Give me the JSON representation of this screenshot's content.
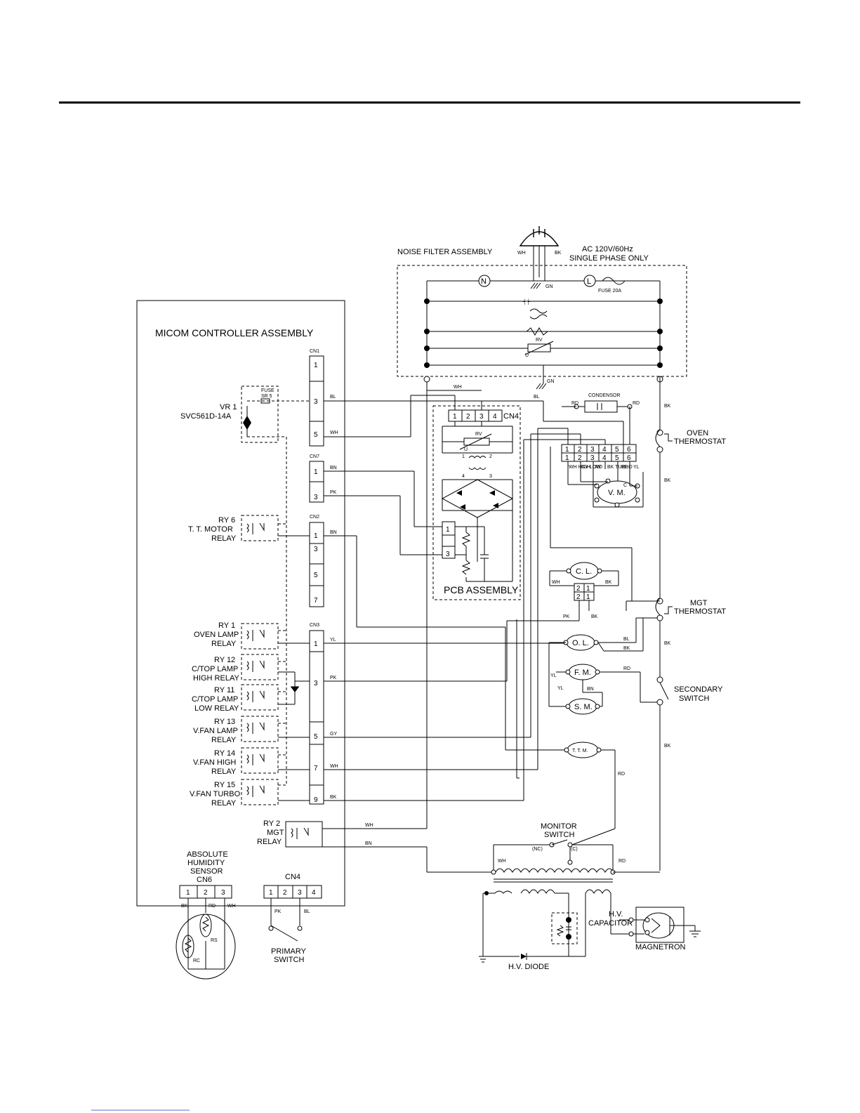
{
  "noise_filter": {
    "title": "NOISE FILTER ASSEMBLY",
    "plug_left": "WH",
    "plug_right": "BK",
    "supply_line1": "AC 120V/60Hz",
    "supply_line2": "SINGLE PHASE ONLY",
    "neutral": "N",
    "line": "L",
    "ground_top": "GN",
    "fuse": "FUSE 20A",
    "rv": "RV",
    "u": "U",
    "ground_bottom": "GN"
  },
  "micom": {
    "title": "MICOM CONTROLLER ASSEMBLY",
    "cn1": {
      "name": "CN1",
      "pins": [
        "1",
        "3",
        "5"
      ]
    },
    "cn7": {
      "name": "CN7",
      "pins": [
        "1",
        "3"
      ]
    },
    "cn2": {
      "name": "CN2",
      "pins": [
        "1",
        "3",
        "5",
        "7"
      ]
    },
    "cn3": {
      "name": "CN3",
      "pins": [
        "1",
        "3",
        "5",
        "7",
        "9"
      ]
    },
    "vr1_line1": "VR 1",
    "vr1_line2": "SVC561D-14A",
    "fuse_line1": "FUSE",
    "fuse_line2": "SR 5",
    "relays": [
      {
        "line1": "RY 6",
        "line2": "T. T. MOTOR",
        "line3": "RELAY"
      },
      {
        "line1": "RY 1",
        "line2": "OVEN LAMP",
        "line3": "RELAY"
      },
      {
        "line1": "RY 12",
        "line2": "C/TOP LAMP",
        "line3": "HIGH RELAY"
      },
      {
        "line1": "RY 11",
        "line2": "C/TOP LAMP",
        "line3": "LOW RELAY"
      },
      {
        "line1": "RY 13",
        "line2": "V.FAN LAMP",
        "line3": "RELAY"
      },
      {
        "line1": "RY 14",
        "line2": "V.FAN HIGH",
        "line3": "RELAY"
      },
      {
        "line1": "RY 15",
        "line2": "V.FAN TURBO",
        "line3": "RELAY"
      }
    ],
    "ry2_line1": "RY 2",
    "ry2_line2": "MGT",
    "ry2_line3": "RELAY",
    "sensor_line1": "ABSOLUTE",
    "sensor_line2": "HUMIDITY",
    "sensor_line3": "SENSOR",
    "sensor_cn": "CN6",
    "cn6_pins": [
      "1",
      "2",
      "3"
    ],
    "cn4_name": "CN4",
    "cn4_pins": [
      "1",
      "2",
      "3",
      "4"
    ],
    "rc": "RC",
    "rs": "RS",
    "primary_line1": "PRIMARY",
    "primary_line2": "SWITCH"
  },
  "pcb": {
    "title": "PCB ASSEMBLY",
    "cn4": "CN4",
    "pins": [
      "1",
      "2",
      "3",
      "4"
    ],
    "rv": "RV",
    "u": "U",
    "coil_pins": [
      "1",
      "2",
      "4",
      "3"
    ],
    "bottom_pins": [
      "1",
      "3"
    ]
  },
  "vm_connector": {
    "top": [
      "1",
      "2",
      "3",
      "4",
      "5",
      "6"
    ],
    "bottom": [
      "1",
      "2",
      "3",
      "4",
      "5",
      "6"
    ],
    "labels": [
      "WH HIGH",
      "GY LOW",
      "RD",
      "BK TURBO",
      "BL",
      "YL"
    ]
  },
  "components": {
    "condensor": "CONDENSOR",
    "vm": "V. M.",
    "vm_c": "C",
    "cl": "C. L.",
    "cl_pins": [
      "2",
      "1",
      "2",
      "1"
    ],
    "ol": "O. L.",
    "fm": "F. M.",
    "smo": "S. M.",
    "ttm": "T. T. M.",
    "oven_thermostat_1": "OVEN",
    "oven_thermostat_2": "THERMOSTAT",
    "mgt_thermostat_1": "MGT",
    "mgt_thermostat_2": "THERMOSTAT",
    "secondary_1": "SECONDARY",
    "secondary_2": "SWITCH",
    "monitor_1": "MONITOR",
    "monitor_2": "SWITCH",
    "nc": "(NC)",
    "c": "(C)",
    "hv_capacitor_1": "H.V.",
    "hv_capacitor_2": "CAPACITOR",
    "hv_diode": "H.V. DIODE",
    "magnetron": "MAGNETRON"
  },
  "wires": {
    "wh": "WH",
    "bl": "BL",
    "bk": "BK",
    "bn": "BN",
    "pk": "PK",
    "yl": "YL",
    "gy": "GY",
    "rd": "RD"
  }
}
